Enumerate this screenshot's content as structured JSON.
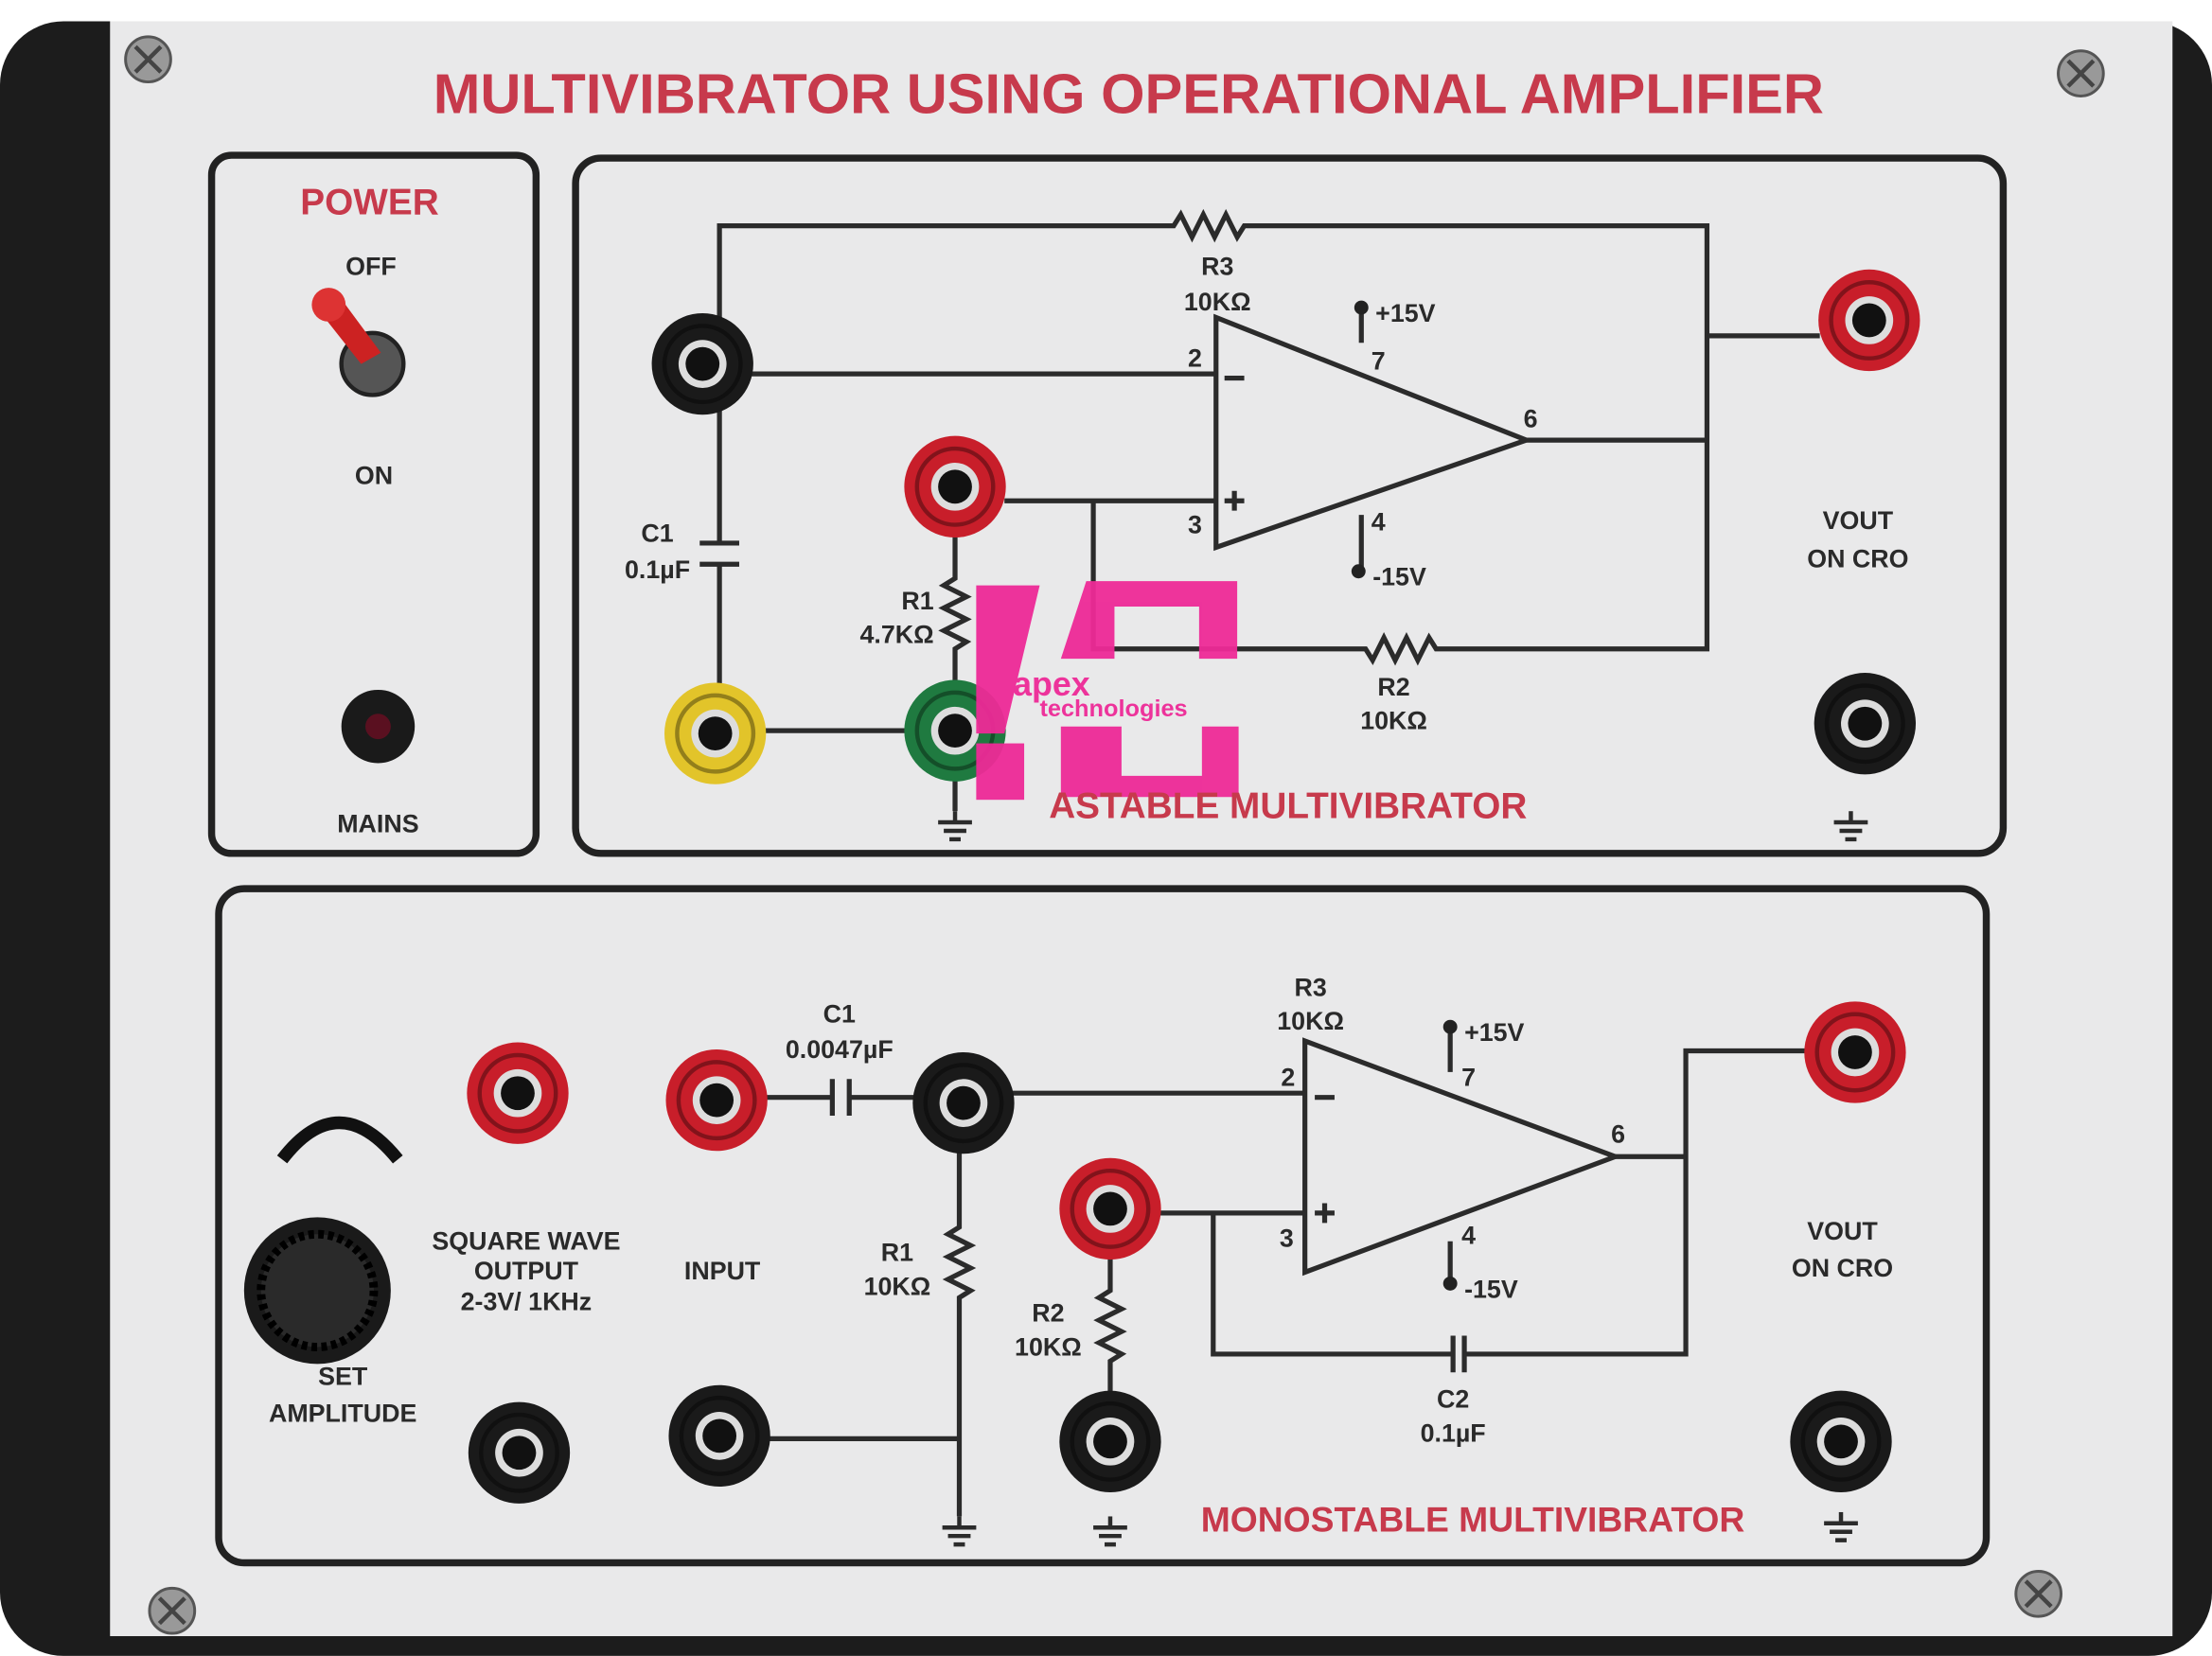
{
  "title": "MULTIVIBRATOR USING OPERATIONAL AMPLIFIER",
  "power": {
    "heading": "POWER",
    "off": "OFF",
    "on": "ON",
    "mains": "MAINS"
  },
  "astable": {
    "heading": "ASTABLE MULTIVIBRATOR",
    "r3": "R3",
    "r3_val": "10KΩ",
    "r1": "R1",
    "r1_val": "4.7KΩ",
    "r2": "R2",
    "r2_val": "10KΩ",
    "c1": "C1",
    "c1_val": "0.1µF",
    "vplus": "+15V",
    "vminus": "-15V",
    "pins": {
      "p2": "2",
      "p3": "3",
      "p4": "4",
      "p6": "6",
      "p7": "7"
    },
    "vout1": "VOUT",
    "vout2": "ON CRO"
  },
  "monostable": {
    "heading": "MONOSTABLE MULTIVIBRATOR",
    "c1": "C1",
    "c1_val": "0.0047µF",
    "r1": "R1",
    "r1_val": "10KΩ",
    "r2": "R2",
    "r2_val": "10KΩ",
    "r3": "R3",
    "r3_val": "10KΩ",
    "c2": "C2",
    "c2_val": "0.1µF",
    "vplus": "+15V",
    "vminus": "-15V",
    "pins": {
      "p2": "2",
      "p3": "3",
      "p4": "4",
      "p6": "6",
      "p7": "7"
    },
    "sq1": "SQUARE WAVE",
    "sq2": "OUTPUT",
    "sq3": "2-3V/ 1KHz",
    "input": "INPUT",
    "set1": "SET",
    "set2": "AMPLITUDE",
    "vout1": "VOUT",
    "vout2": "ON CRO"
  },
  "watermark": {
    "line1": "apex",
    "line2": "technologies"
  },
  "colors": {
    "accent": "#c73a4c",
    "panel": "#e9e9ea",
    "frame": "#1c1c1c",
    "watermark": "#ee2a97"
  }
}
